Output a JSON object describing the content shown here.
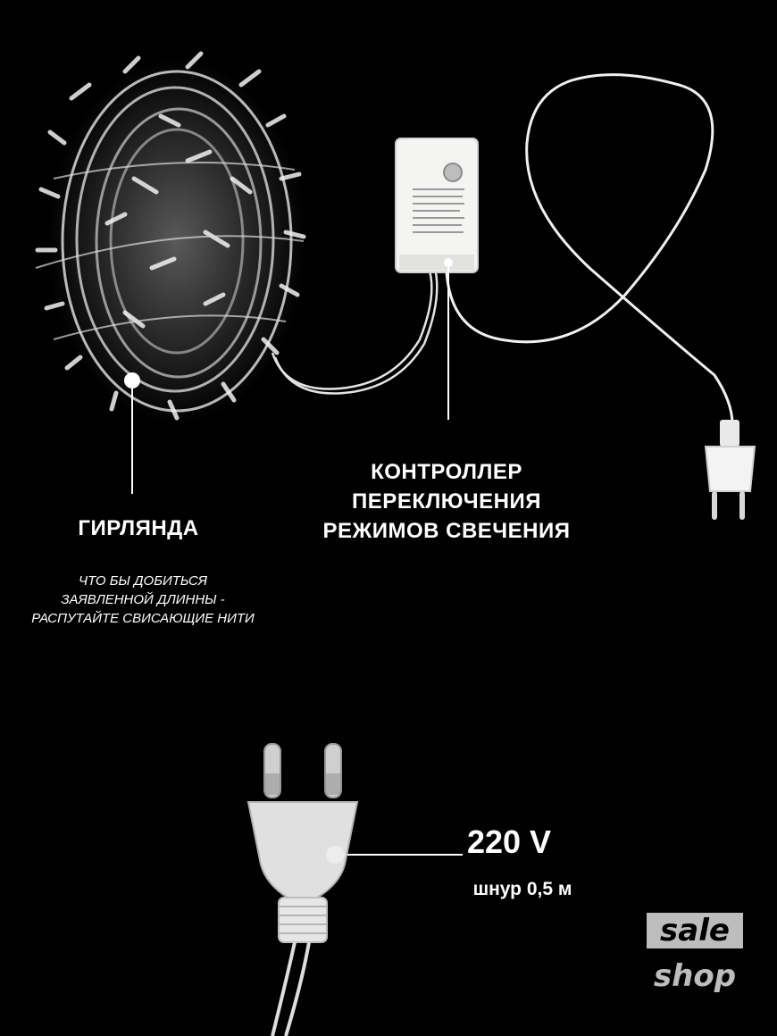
{
  "labels": {
    "garland_title": "ГИРЛЯНДА",
    "garland_note": [
      "ЧТО БЫ ДОБИТЬСЯ",
      "ЗАЯВЛЕННОЙ ДЛИННЫ  -",
      "РАСПУТАЙТЕ СВИСАЮЩИЕ НИТИ"
    ],
    "controller_title": [
      "КОНТРОЛЛЕР",
      "ПЕРЕКЛЮЧЕНИЯ",
      "РЕЖИМОВ СВЕЧЕНИЯ"
    ],
    "voltage": "220 V",
    "cord": "шнур 0,5 м"
  },
  "logo": {
    "line1": "sale",
    "line2": "shop"
  },
  "colors": {
    "background": "#000000",
    "text": "#ffffff",
    "wire": "#e8e8e8",
    "logo": "#bdbdbd"
  }
}
